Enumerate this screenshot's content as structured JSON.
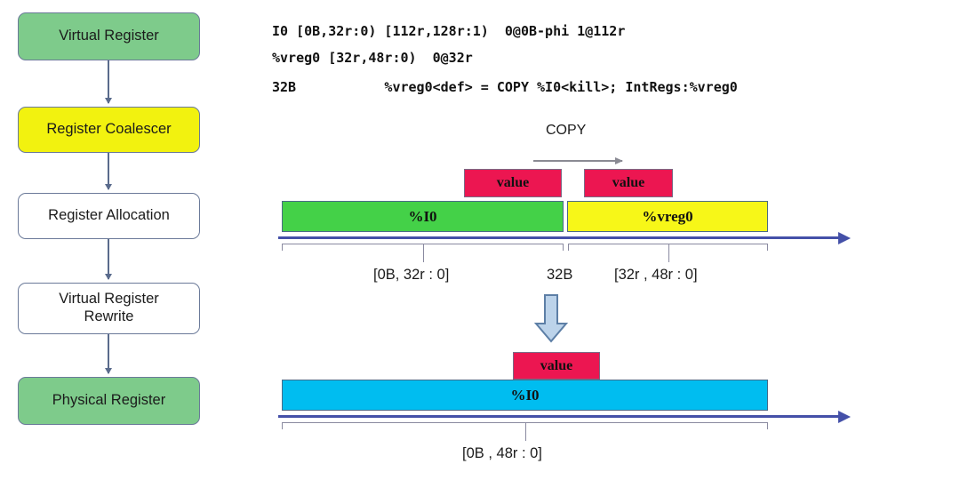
{
  "flowchart": {
    "steps": [
      {
        "label": "Virtual Register",
        "color": "#7ecb8b"
      },
      {
        "label": "Register Coalescer",
        "color": "#f2f20f"
      },
      {
        "label": "Register Allocation",
        "color": "#ffffff"
      },
      {
        "label": "Virtual Register\nRewrite",
        "color": "#ffffff"
      },
      {
        "label": "Physical Register",
        "color": "#7ecb8b"
      }
    ]
  },
  "code": {
    "lines": [
      "I0 [0B,32r:0) [112r,128r:1)  0@0B-phi 1@112r",
      "%vreg0 [32r,48r:0)  0@32r",
      "32B           %vreg0<def> = COPY %I0<kill>; IntRegs:%vreg0"
    ]
  },
  "before": {
    "copy_label": "COPY",
    "value_box_left": "value",
    "value_box_right": "value",
    "bar_left": "%I0",
    "bar_right": "%vreg0",
    "interval_left": "[0B, 32r : 0]",
    "split_point": "32B",
    "interval_right": "[32r , 48r : 0]",
    "colors": {
      "bar_left": "#44d148",
      "bar_right": "#f7f718",
      "value_box": "#ec1651",
      "timeline": "#4450a8"
    }
  },
  "after": {
    "value_box": "value",
    "bar": "%I0",
    "interval": "[0B , 48r : 0]",
    "colors": {
      "bar": "#00bdf0",
      "value_box": "#ec1651",
      "timeline": "#4450a8"
    }
  },
  "transition": {
    "icon": "down-block-arrow",
    "fill": "#bcd3ea",
    "stroke": "#5d7fa6"
  }
}
